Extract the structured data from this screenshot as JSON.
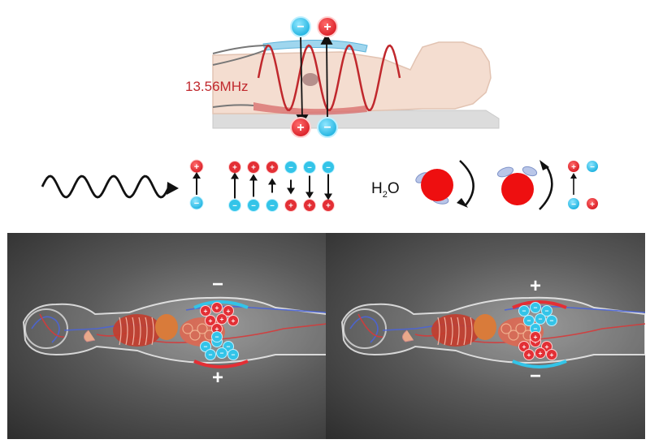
{
  "top_diagram": {
    "frequency_label": "13.56MHz",
    "top_electrode_charges": [
      "−",
      "+"
    ],
    "bottom_electrode_charges": [
      "+",
      "−"
    ]
  },
  "middle_row": {
    "water_label": "H",
    "water_subscript": "2",
    "water_suffix": "O"
  },
  "panels": {
    "left": {
      "top_sign": "−",
      "bottom_sign": "+"
    },
    "right": {
      "top_sign": "+",
      "bottom_sign": "−"
    }
  },
  "colors": {
    "positive": "#e32f35",
    "negative": "#33c4e8",
    "wave": "#c0282d",
    "water_sphere": "#ee0f10"
  }
}
